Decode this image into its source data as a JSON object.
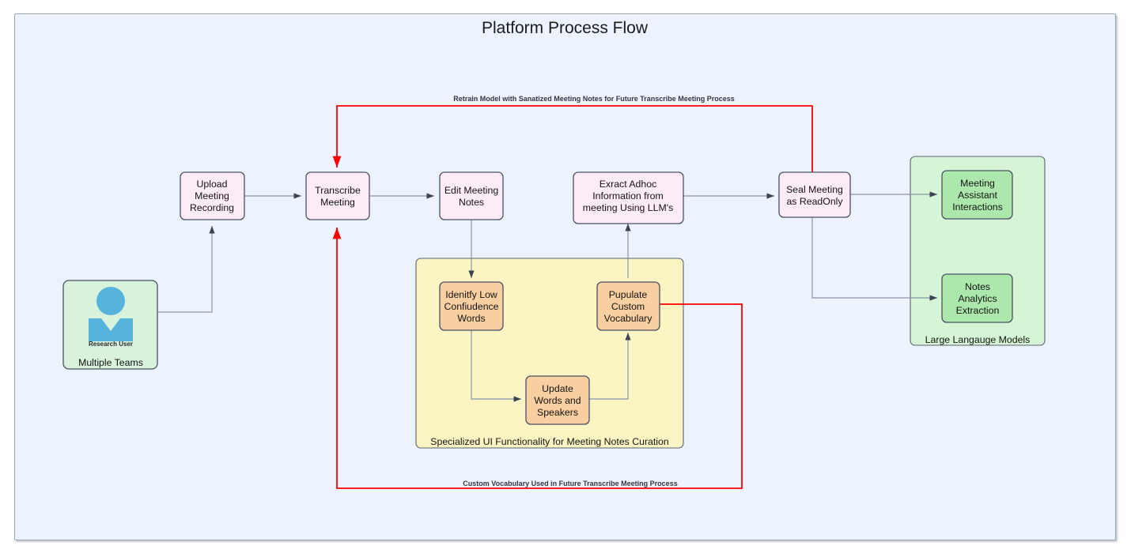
{
  "title": "Platform Process Flow",
  "colors": {
    "canvas": "#ECF3FD",
    "process_fill": "#FCECF8",
    "process_stroke": "#4a4f63",
    "actor_fill": "#D9F2DB",
    "llm_group_fill": "#D6F5D6",
    "llm_node_fill": "#ACE7AC",
    "curation_group_fill": "#FBF5C3",
    "curation_node_fill": "#F7CFA0",
    "edge": "#8795ad",
    "feedback_edge": "#ff0000",
    "person_icon": "#55B3DC"
  },
  "actor": {
    "icon": "person-icon",
    "icon_caption": "Research User",
    "label": "Multiple Teams"
  },
  "nodes": [
    {
      "id": "upload",
      "label": "Upload\nMeeting\nRecording"
    },
    {
      "id": "transcribe",
      "label": "Transcribe\nMeeting"
    },
    {
      "id": "edit",
      "label": "Edit Meeting\nNotes"
    },
    {
      "id": "extract",
      "label": "Exract  Adhoc\nInformation from\nmeeting Using LLM's"
    },
    {
      "id": "seal",
      "label": "Seal Meeting\nas ReadOnly"
    }
  ],
  "curation_group": {
    "label": "Specialized UI Functionality for Meeting Notes Curation",
    "nodes": [
      {
        "id": "identify",
        "label": "Idenitfy Low\nConfiudence\nWords"
      },
      {
        "id": "populate",
        "label": "Pupulate\nCustom\nVocabulary"
      },
      {
        "id": "update",
        "label": "Update\nWords and\nSpeakers"
      }
    ]
  },
  "llm_group": {
    "label": "Large Langauge Models",
    "nodes": [
      {
        "id": "assistant",
        "label": "Meeting\nAssistant\nInteractions"
      },
      {
        "id": "analytics",
        "label": "Notes\nAnalytics\nExtraction"
      }
    ]
  },
  "edge_labels": {
    "retrain": "Retrain Model with Sanatized Meeting Notes for Future Transcribe Meeting Process",
    "vocabulary": "Custom Vocabulary Used in Future Transcribe Meeting Process"
  },
  "chart_data": {
    "type": "diagram-flowchart",
    "title": "Platform Process Flow",
    "direction": "left-to-right",
    "nodes": [
      "Multiple Teams",
      "Upload Meeting Recording",
      "Transcribe Meeting",
      "Edit Meeting Notes",
      "Idenitfy Low Confiudence Words",
      "Update Words and Speakers",
      "Pupulate Custom Vocabulary",
      "Exract  Adhoc Information from meeting Using LLM's",
      "Seal Meeting as ReadOnly",
      "Meeting Assistant Interactions",
      "Notes Analytics Extraction"
    ],
    "edges": [
      {
        "from": "Multiple Teams",
        "to": "Upload Meeting Recording",
        "color": "gray",
        "label": ""
      },
      {
        "from": "Upload Meeting Recording",
        "to": "Transcribe Meeting",
        "color": "gray",
        "label": ""
      },
      {
        "from": "Transcribe Meeting",
        "to": "Edit Meeting Notes",
        "color": "gray",
        "label": ""
      },
      {
        "from": "Edit Meeting Notes",
        "to": "Idenitfy Low Confiudence Words",
        "color": "gray",
        "label": ""
      },
      {
        "from": "Idenitfy Low Confiudence Words",
        "to": "Update Words and Speakers",
        "color": "gray",
        "label": ""
      },
      {
        "from": "Update Words and Speakers",
        "to": "Pupulate Custom Vocabulary",
        "color": "gray",
        "label": ""
      },
      {
        "from": "Pupulate Custom Vocabulary",
        "to": "Exract  Adhoc Information from meeting Using LLM's",
        "color": "gray",
        "label": ""
      },
      {
        "from": "Exract  Adhoc Information from meeting Using LLM's",
        "to": "Seal Meeting as ReadOnly",
        "color": "gray",
        "label": ""
      },
      {
        "from": "Seal Meeting as ReadOnly",
        "to": "Meeting Assistant Interactions",
        "color": "gray",
        "label": ""
      },
      {
        "from": "Seal Meeting as ReadOnly",
        "to": "Notes Analytics Extraction",
        "color": "gray",
        "label": ""
      },
      {
        "from": "Seal Meeting as ReadOnly",
        "to": "Transcribe Meeting",
        "color": "red",
        "label": "Retrain Model with Sanatized Meeting Notes for Future Transcribe Meeting Process"
      },
      {
        "from": "Pupulate Custom Vocabulary",
        "to": "Transcribe Meeting",
        "color": "red",
        "label": "Custom Vocabulary Used in Future Transcribe Meeting Process"
      }
    ],
    "groups": [
      {
        "label": "Specialized UI Functionality for Meeting Notes Curation",
        "members": [
          "Idenitfy Low Confiudence Words",
          "Update Words and Speakers",
          "Pupulate Custom Vocabulary"
        ]
      },
      {
        "label": "Large Langauge Models",
        "members": [
          "Meeting Assistant Interactions",
          "Notes Analytics Extraction"
        ]
      }
    ]
  }
}
